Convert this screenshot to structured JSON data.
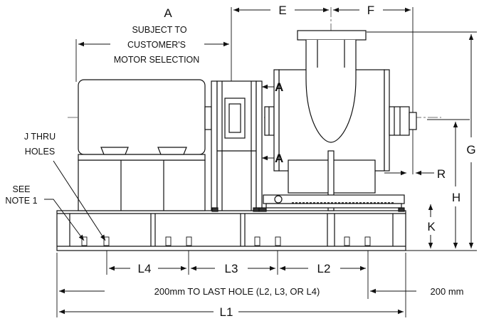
{
  "labels": {
    "a": "A",
    "subject_line1": "SUBJECT TO",
    "subject_line2": "CUSTOMER'S",
    "subject_line3": "MOTOR SELECTION",
    "e": "E",
    "f": "F",
    "g": "G",
    "h": "H",
    "k": "K",
    "r": "R",
    "section_a_top": "A",
    "section_a_bottom": "A",
    "j_line1": "J  THRU",
    "j_line2": "HOLES",
    "see_line1": "SEE",
    "see_line2": "NOTE 1",
    "l4": "L4",
    "l3": "L3",
    "l2": "L2",
    "l1": "L1",
    "last_hole": "200mm TO LAST HOLE (L2, L3, OR L4)",
    "mm200": "200 mm"
  }
}
